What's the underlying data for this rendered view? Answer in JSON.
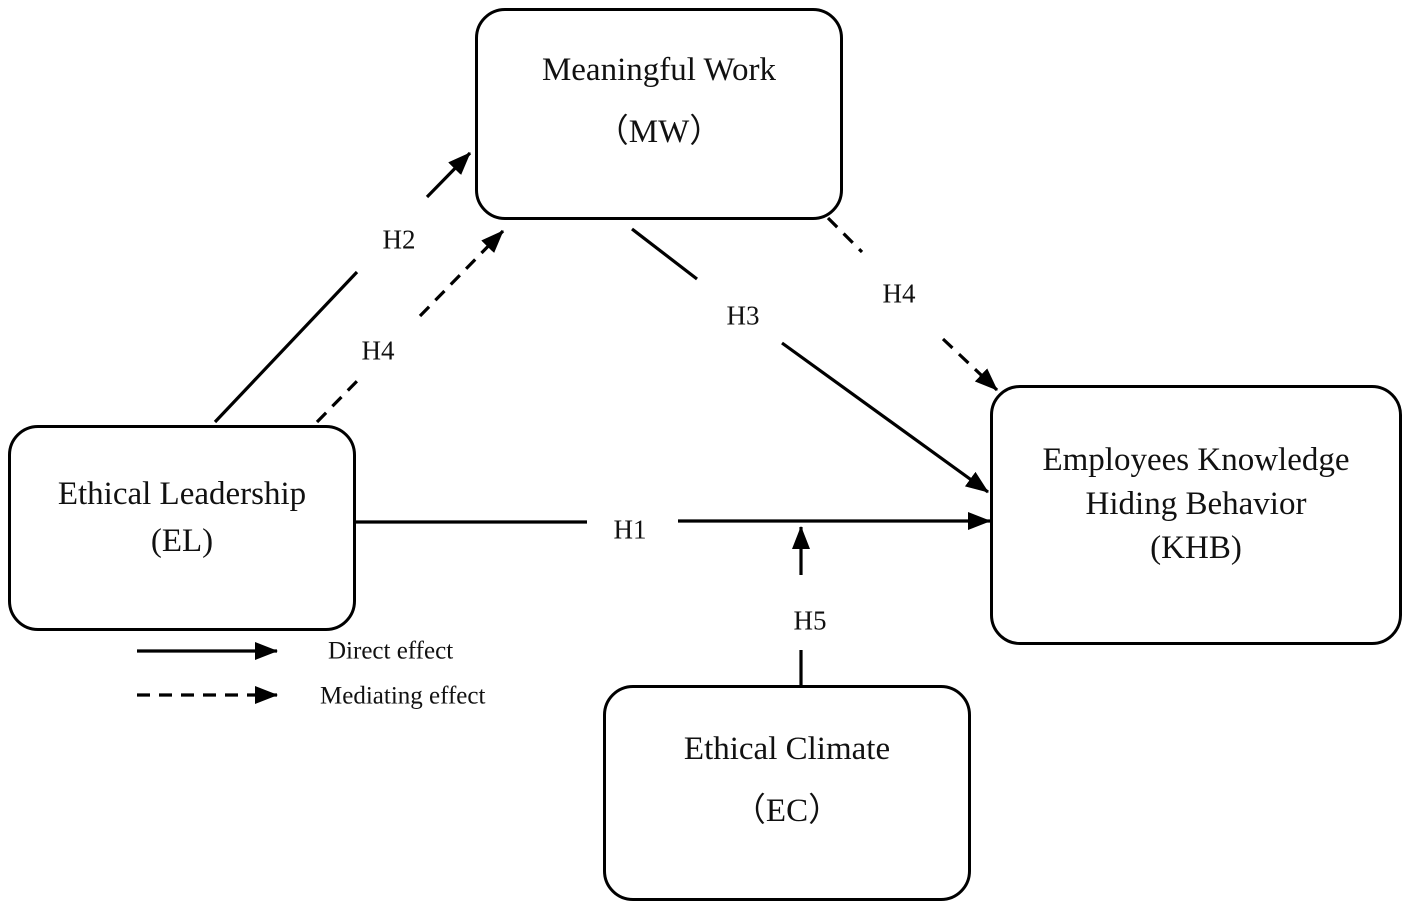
{
  "nodes": {
    "mw": {
      "title": "Meaningful Work",
      "abbr": "（MW）"
    },
    "el": {
      "title": "Ethical Leadership",
      "abbr": "(EL)"
    },
    "khb": {
      "line1": "Employees Knowledge",
      "line2": "Hiding Behavior",
      "abbr": "(KHB)"
    },
    "ec": {
      "title": "Ethical Climate",
      "abbr": "（EC）"
    }
  },
  "path_labels": {
    "h1": "H1",
    "h2": "H2",
    "h3": "H3",
    "h4_el_mw": "H4",
    "h4_mw_khb": "H4",
    "h5": "H5"
  },
  "legend": {
    "direct_label": "Direct effect",
    "mediating_label": "Mediating effect"
  },
  "colors": {
    "stroke": "#000000",
    "background": "#ffffff",
    "text": "#111111"
  }
}
